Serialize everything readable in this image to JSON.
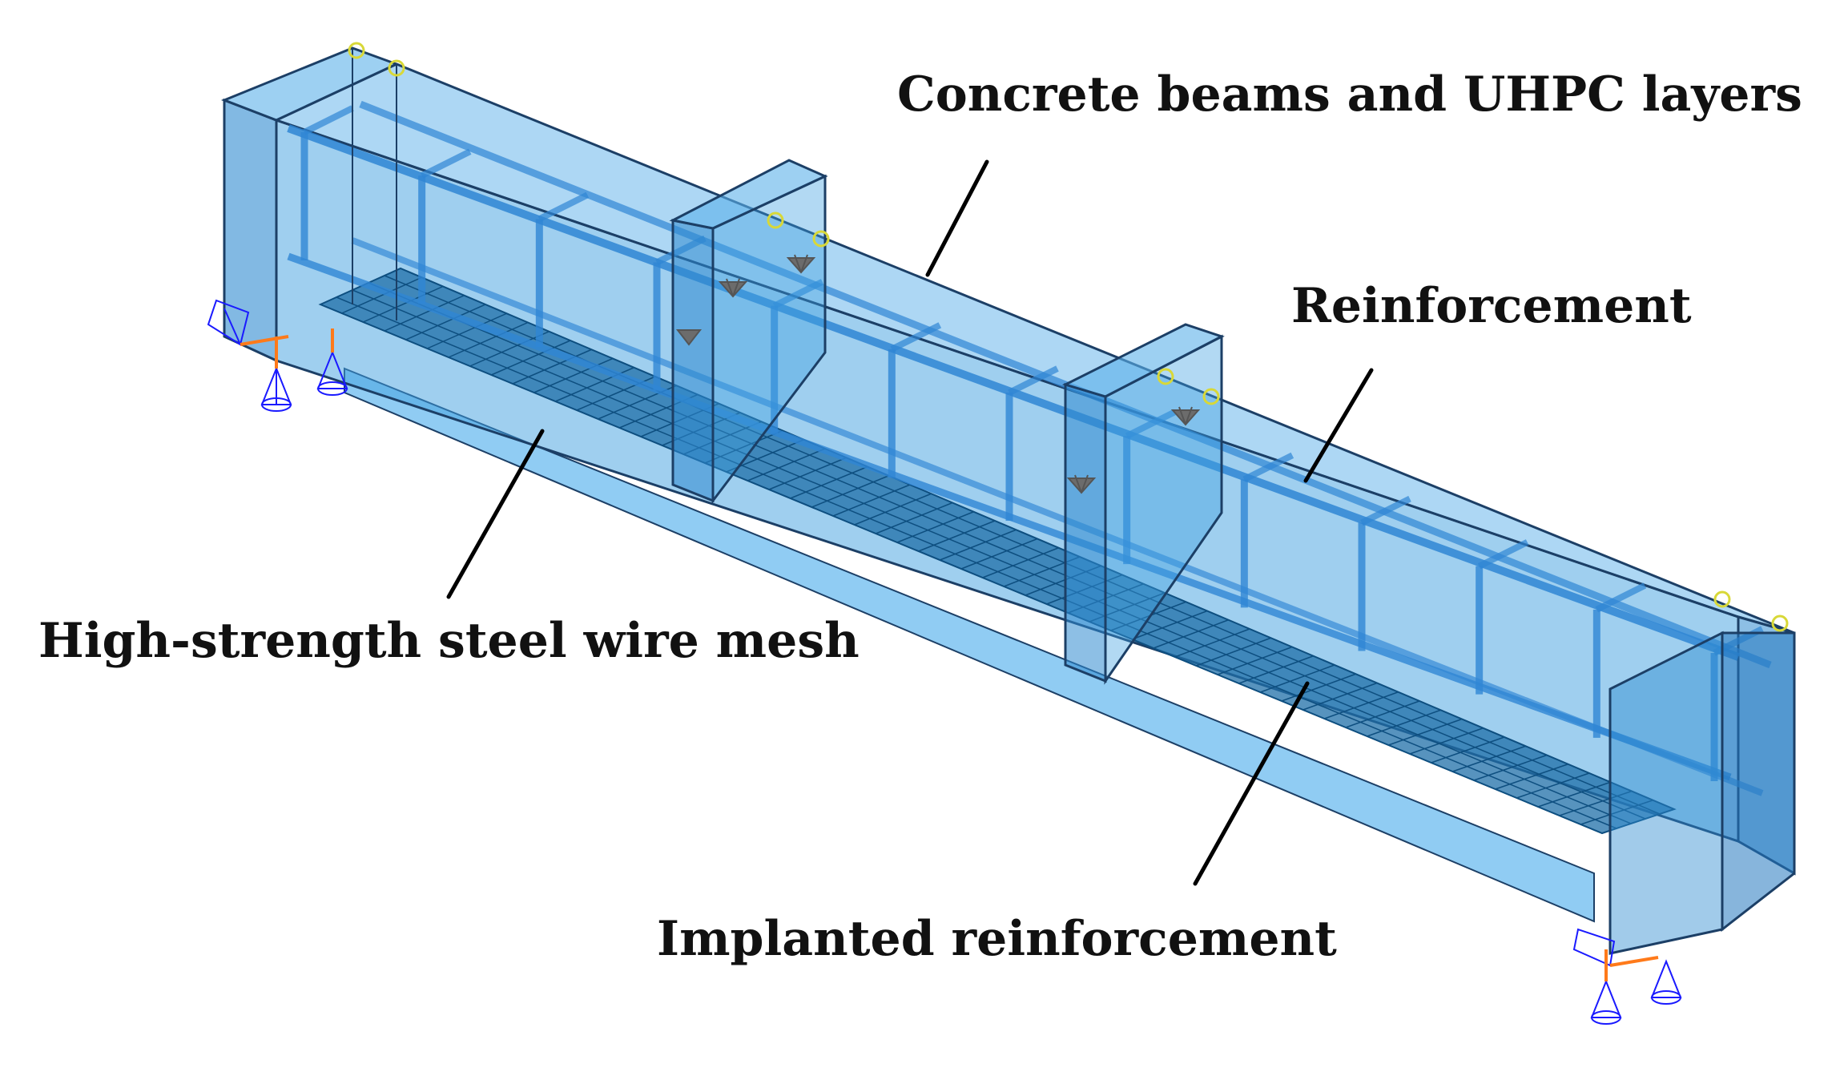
{
  "figure": {
    "labels": {
      "concrete": "Concrete beams and UHPC layers",
      "reinforcement": "Reinforcement",
      "mesh": "High-strength steel wire mesh",
      "implanted": "Implanted reinforcement"
    },
    "colors": {
      "concrete_fill": "#3f9fe0",
      "concrete_edge": "#1c3f66",
      "rebar": "#2f86d4",
      "mesh": "#0e4f80",
      "support_cone": "#1a1aff",
      "support_arrow": "#ff7a1a",
      "load_point": "#d8d838",
      "load_arrow": "#6c6c6c",
      "leader_line": "#000000",
      "background": "#ffffff"
    },
    "icons": [
      "boundary-condition-cone-icon",
      "reference-point-icon",
      "load-arrow-icon"
    ]
  }
}
